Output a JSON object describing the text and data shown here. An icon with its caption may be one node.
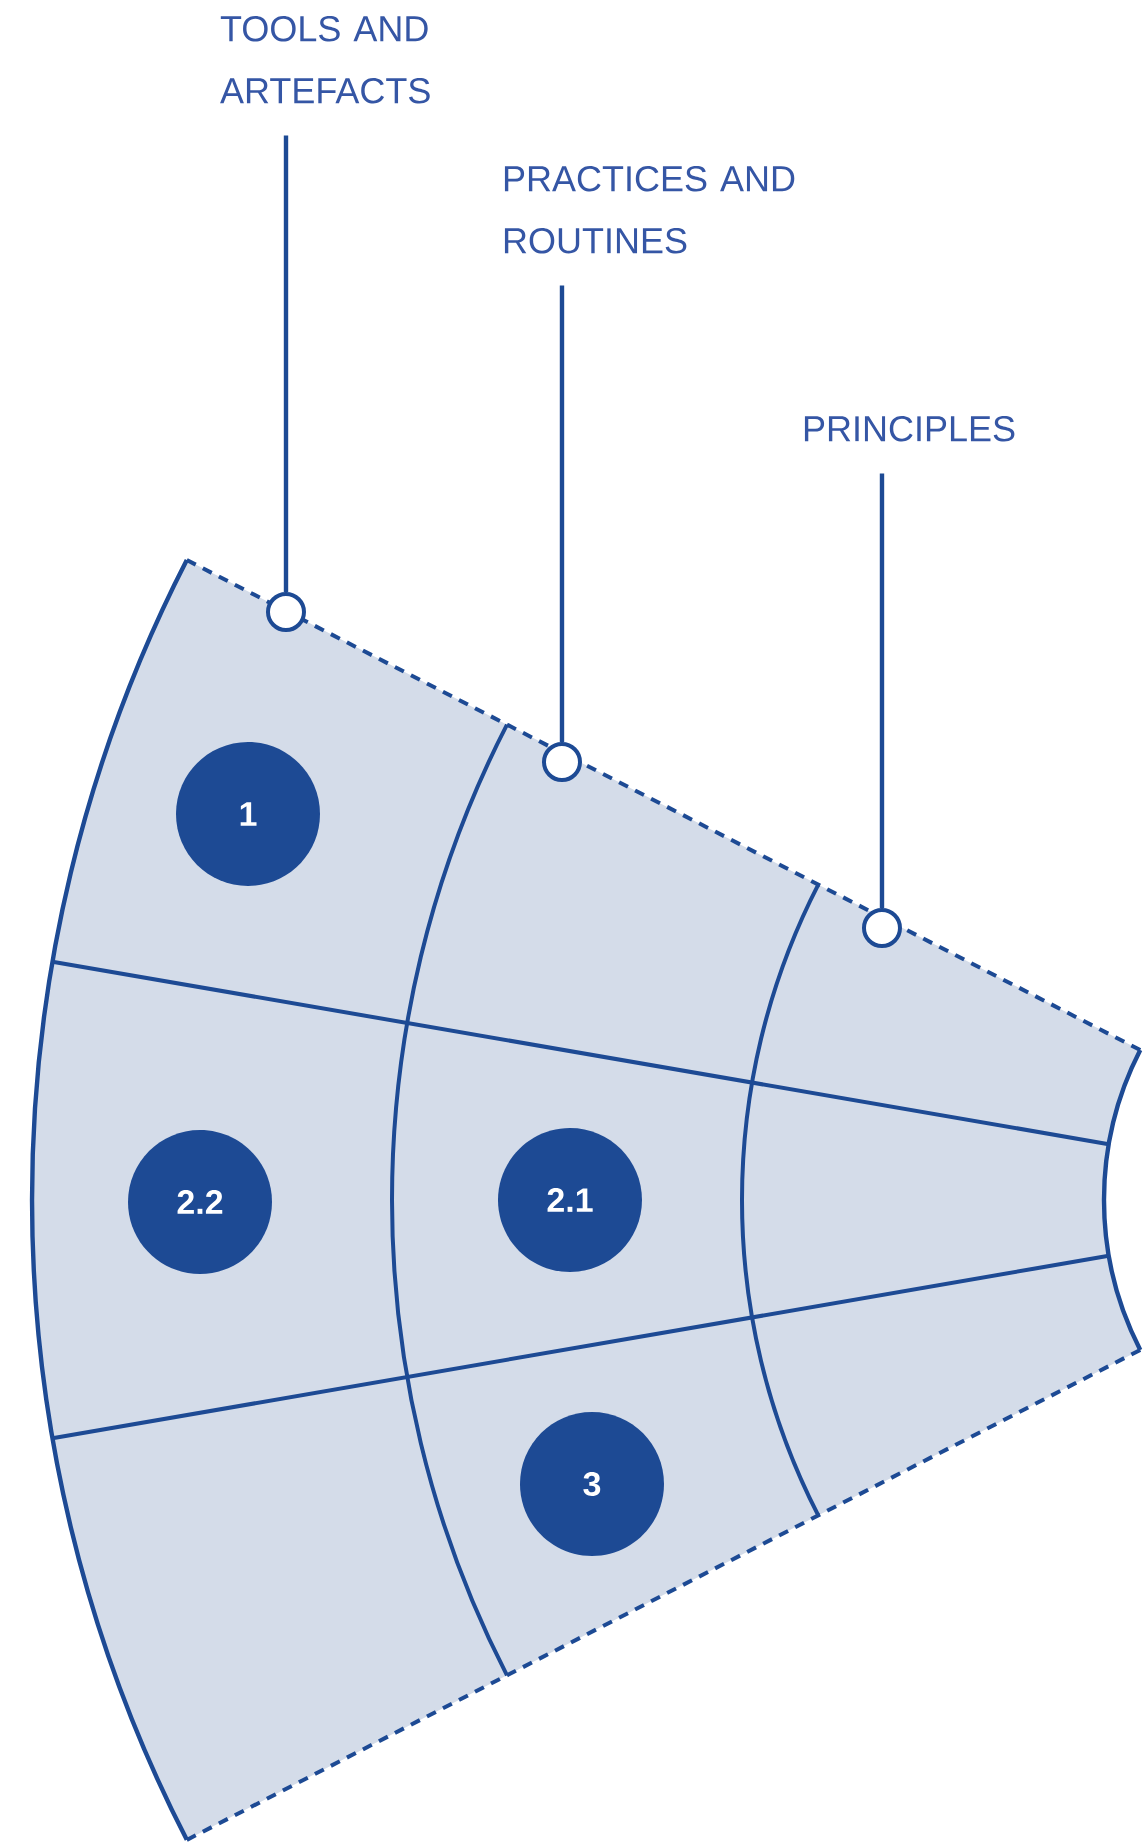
{
  "diagram": {
    "nodes": [
      {
        "text": [
          "TOOLS AND ARTEFACTS"
        ]
      },
      {
        "text": [],
        "shape": "circle"
      },
      {
        "text": [
          "PRACTICES AND ROUTINES"
        ]
      },
      {
        "text": [],
        "shape": "circle"
      },
      {
        "text": [
          "PRINCIPLES"
        ]
      },
      {
        "text": [],
        "shape": "circle"
      },
      {
        "text": [
          "1"
        ]
      },
      {
        "text": [
          "2.2"
        ]
      },
      {
        "text": [
          "2.1"
        ]
      },
      {
        "text": [
          "3"
        ]
      }
    ],
    "edges": [
      {
        "from": 0,
        "to": 1,
        "arrow": "none"
      },
      {
        "from": 2,
        "to": 3,
        "arrow": "none"
      },
      {
        "from": 4,
        "to": 5,
        "arrow": "none"
      }
    ]
  }
}
